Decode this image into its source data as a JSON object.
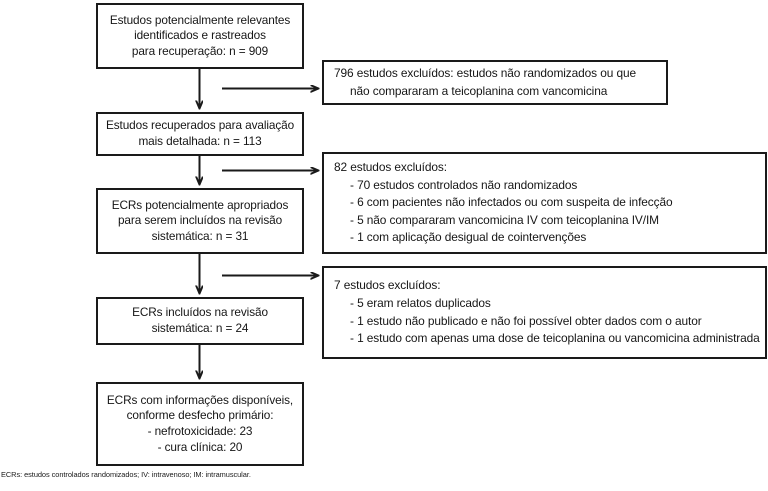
{
  "figure": {
    "type": "prisma-flow-diagram",
    "language": "pt-BR",
    "stroke_color": "#1a1a1a",
    "background_color": "#ffffff"
  },
  "stages": [
    {
      "id": "screened",
      "name": "estudos-rastreados",
      "lines": [
        "Estudos potencialmente relevantes",
        "identificados e rastreados",
        "para recuperação: n = 909"
      ],
      "count": 909
    },
    {
      "id": "retrieved",
      "name": "estudos-recuperados",
      "lines": [
        "Estudos recuperados para avaliação",
        "mais detalhada: n = 113"
      ],
      "count": 113
    },
    {
      "id": "eligible",
      "name": "ecrs-potencialmente-apropriados",
      "lines": [
        "ECRs potencialmente apropriados",
        "para serem incluídos na revisão",
        "sistemática: n = 31"
      ],
      "count": 31
    },
    {
      "id": "included",
      "name": "ecrs-incluidos",
      "lines": [
        "ECRs incluídos na revisão",
        "sistemática: n = 24"
      ],
      "count": 24
    },
    {
      "id": "available",
      "name": "ecrs-com-informacoes-disponiveis",
      "lines": [
        "ECRs com informações disponíveis,",
        "conforme desfecho primário:",
        "- nefrotoxicidade: 23",
        "- cura clínica: 20"
      ],
      "outcomes": {
        "nefrotoxicidade": 23,
        "cura_clinica": 20
      }
    }
  ],
  "exclusions": [
    {
      "id": "excluded-1",
      "name": "796-estudos-excluidos",
      "count": 796,
      "lines": [
        {
          "text": "796 estudos excluídos: estudos não randomizados ou que",
          "indented": false
        },
        {
          "text": "não compararam a teicoplanina com vancomicina",
          "indented": true
        }
      ]
    },
    {
      "id": "excluded-2",
      "name": "82-estudos-excluidos",
      "count": 82,
      "lines": [
        {
          "text": "82 estudos excluídos:",
          "indented": false
        },
        {
          "text": "- 70 estudos controlados não randomizados",
          "indented": true
        },
        {
          "text": "- 6 com pacientes não infectados ou com suspeita de infecção",
          "indented": true
        },
        {
          "text": "- 5 não compararam vancomicina IV com teicoplanina IV/IM",
          "indented": true
        },
        {
          "text": "- 1 com aplicação desigual de cointervenções",
          "indented": true
        }
      ]
    },
    {
      "id": "excluded-3",
      "name": "7-estudos-excluidos",
      "count": 7,
      "lines": [
        {
          "text": "7 estudos excluídos:",
          "indented": false
        },
        {
          "text": "- 5 eram relatos duplicados",
          "indented": true
        },
        {
          "text": "- 1 estudo não publicado e não foi possível obter dados com o autor",
          "indented": true
        },
        {
          "text": "- 1 estudo com apenas uma dose de teicoplanina ou vancomicina administrada",
          "indented": true
        }
      ]
    }
  ],
  "footnote": {
    "text": "ECRs: estudos controlados randomizados; IV: intravenoso; IM: intramuscular."
  }
}
